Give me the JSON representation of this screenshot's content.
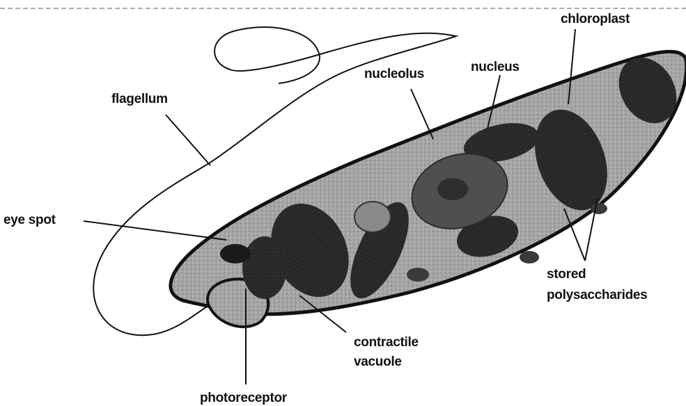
{
  "labels": {
    "flagellum": "flagellum",
    "eye_spot": "eye spot",
    "nucleolus": "nucleolus",
    "nucleus": "nucleus",
    "chloroplast": "chloroplast",
    "stored_line1": "stored",
    "stored_line2": "polysaccharides",
    "contractile_line1": "contractile",
    "contractile_line2": "vacuole",
    "photoreceptor": "photoreceptor"
  },
  "colors": {
    "cell_outline": "#111111",
    "cytoplasm": "#9a9a9a",
    "organelle": "#2a2a2a",
    "nucleus": "#555555",
    "vacuole": "#7a7a7a"
  }
}
